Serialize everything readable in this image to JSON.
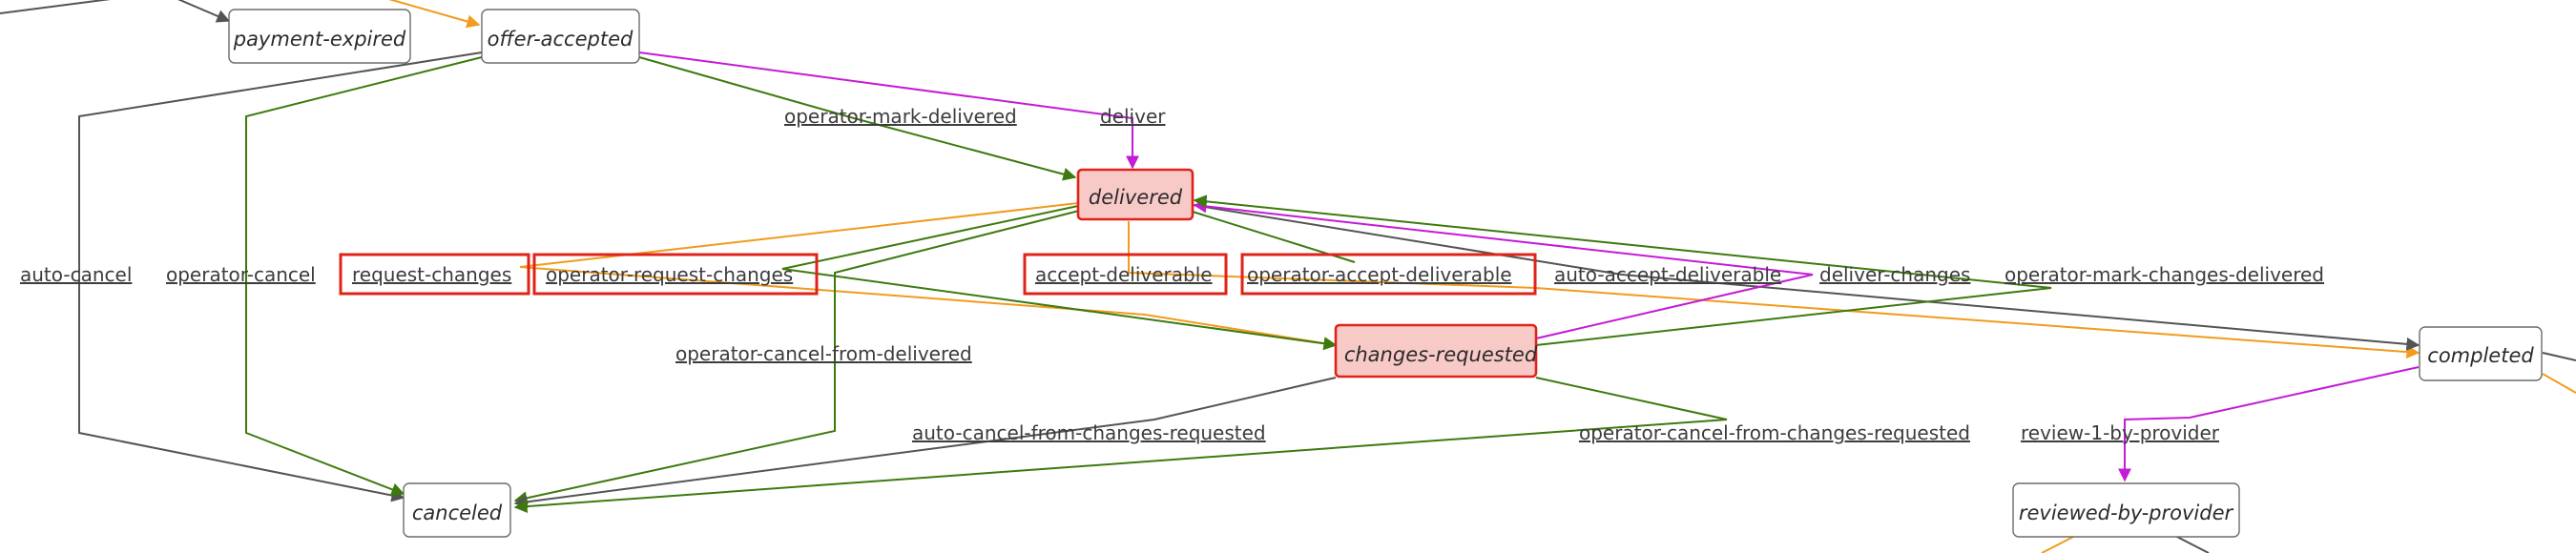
{
  "colors": {
    "gray": "#545454",
    "green": "#3d7a0e",
    "orange": "#f29b1d",
    "magenta": "#c41bd6",
    "highlight": "#e0231a"
  },
  "nodes": {
    "payment_expired": "payment-expired",
    "offer_accepted": "offer-accepted",
    "delivered": "delivered",
    "changes_requested": "changes-requested",
    "canceled": "canceled",
    "completed": "completed",
    "reviewed_by_provider": "reviewed-by-provider"
  },
  "edges": {
    "auto_cancel": "auto-cancel",
    "operator_cancel": "operator-cancel",
    "operator_mark_delivered": "operator-mark-delivered",
    "deliver": "deliver",
    "request_changes": "request-changes",
    "operator_request_changes": "operator-request-changes",
    "accept_deliverable": "accept-deliverable",
    "operator_accept_deliverable": "operator-accept-deliverable",
    "auto_accept_deliverable": "auto-accept-deliverable",
    "deliver_changes": "deliver-changes",
    "operator_mark_changes_delivered": "operator-mark-changes-delivered",
    "operator_cancel_from_delivered": "operator-cancel-from-delivered",
    "auto_cancel_from_changes_requested": "auto-cancel-from-changes-requested",
    "operator_cancel_from_changes_requested": "operator-cancel-from-changes-requested",
    "review_1_by_provider": "review-1-by-provider"
  }
}
